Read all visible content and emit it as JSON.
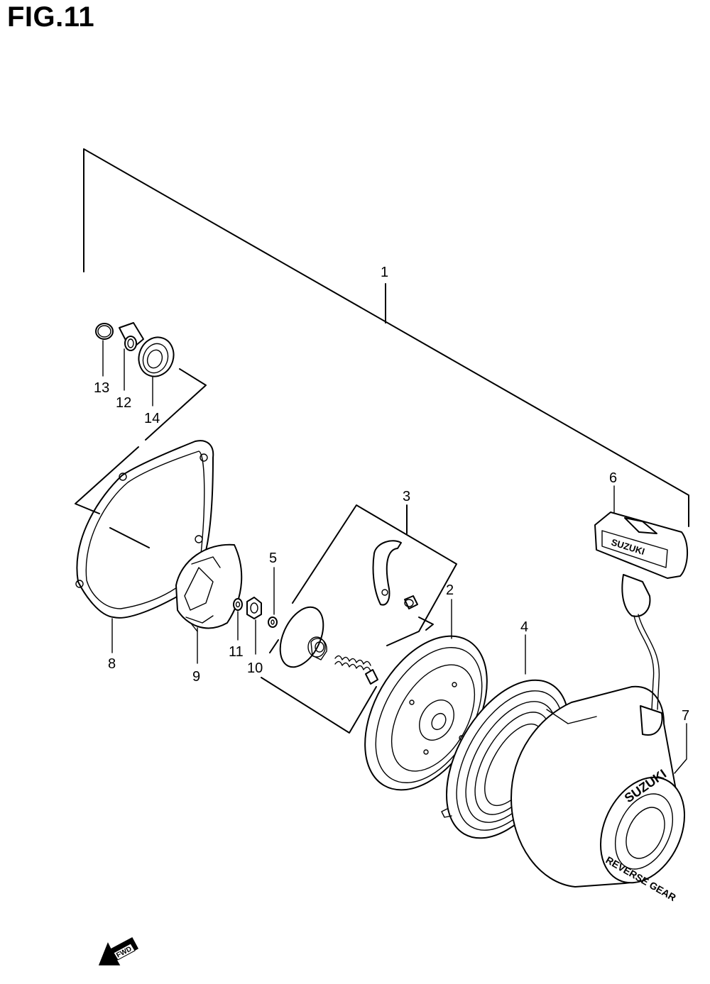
{
  "figure": {
    "title": "FIG.11"
  },
  "callouts": [
    {
      "id": "1",
      "label": "1"
    },
    {
      "id": "2",
      "label": "2"
    },
    {
      "id": "3",
      "label": "3"
    },
    {
      "id": "4",
      "label": "4"
    },
    {
      "id": "5",
      "label": "5"
    },
    {
      "id": "6",
      "label": "6"
    },
    {
      "id": "7",
      "label": "7"
    },
    {
      "id": "8",
      "label": "8"
    },
    {
      "id": "9",
      "label": "9"
    },
    {
      "id": "10",
      "label": "10"
    },
    {
      "id": "11",
      "label": "11"
    },
    {
      "id": "12",
      "label": "12"
    },
    {
      "id": "13",
      "label": "13"
    },
    {
      "id": "14",
      "label": "14"
    }
  ],
  "handle_text": "SUZUKI",
  "housing_text": {
    "top": "SUZUKI",
    "bottom": "REVERSE GEAR"
  },
  "direction_badge": {
    "label": "FWD"
  }
}
